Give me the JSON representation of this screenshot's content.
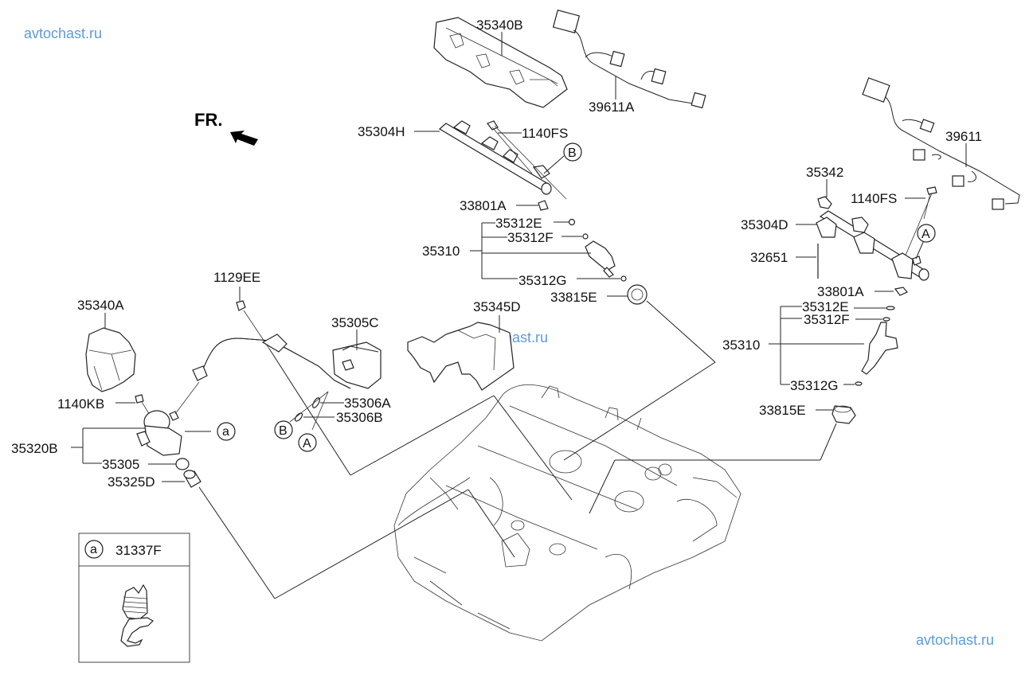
{
  "watermarks": [
    "avtochast.ru",
    "avtochast.ru",
    "avtochast.ru"
  ],
  "direction_label": "FR.",
  "callouts": {
    "a": "a",
    "A": "A",
    "B": "B"
  },
  "parts": {
    "p35340B": "35340B",
    "p39611A": "39611A",
    "p35304H": "35304H",
    "p1140FS_top": "1140FS",
    "p33801A_top": "33801A",
    "p35312E_top": "35312E",
    "p35312F_top": "35312F",
    "p35310_top": "35310",
    "p35312G_top": "35312G",
    "p33815E_top": "33815E",
    "p39611": "39611",
    "p35342": "35342",
    "p1140FS_right": "1140FS",
    "p35304D": "35304D",
    "p32651": "32651",
    "p33801A_right": "33801A",
    "p35312E_right": "35312E",
    "p35312F_right": "35312F",
    "p35310_right": "35310",
    "p35312G_right": "35312G",
    "p33815E_right": "33815E",
    "p1129EE": "1129EE",
    "p35340A": "35340A",
    "p35305C": "35305C",
    "p35345D": "35345D",
    "p35306A": "35306A",
    "p35306B": "35306B",
    "p1140KB": "1140KB",
    "p35320B": "35320B",
    "p35305": "35305",
    "p35325D": "35325D"
  },
  "inset": {
    "callout": "a",
    "part": "31337F"
  }
}
